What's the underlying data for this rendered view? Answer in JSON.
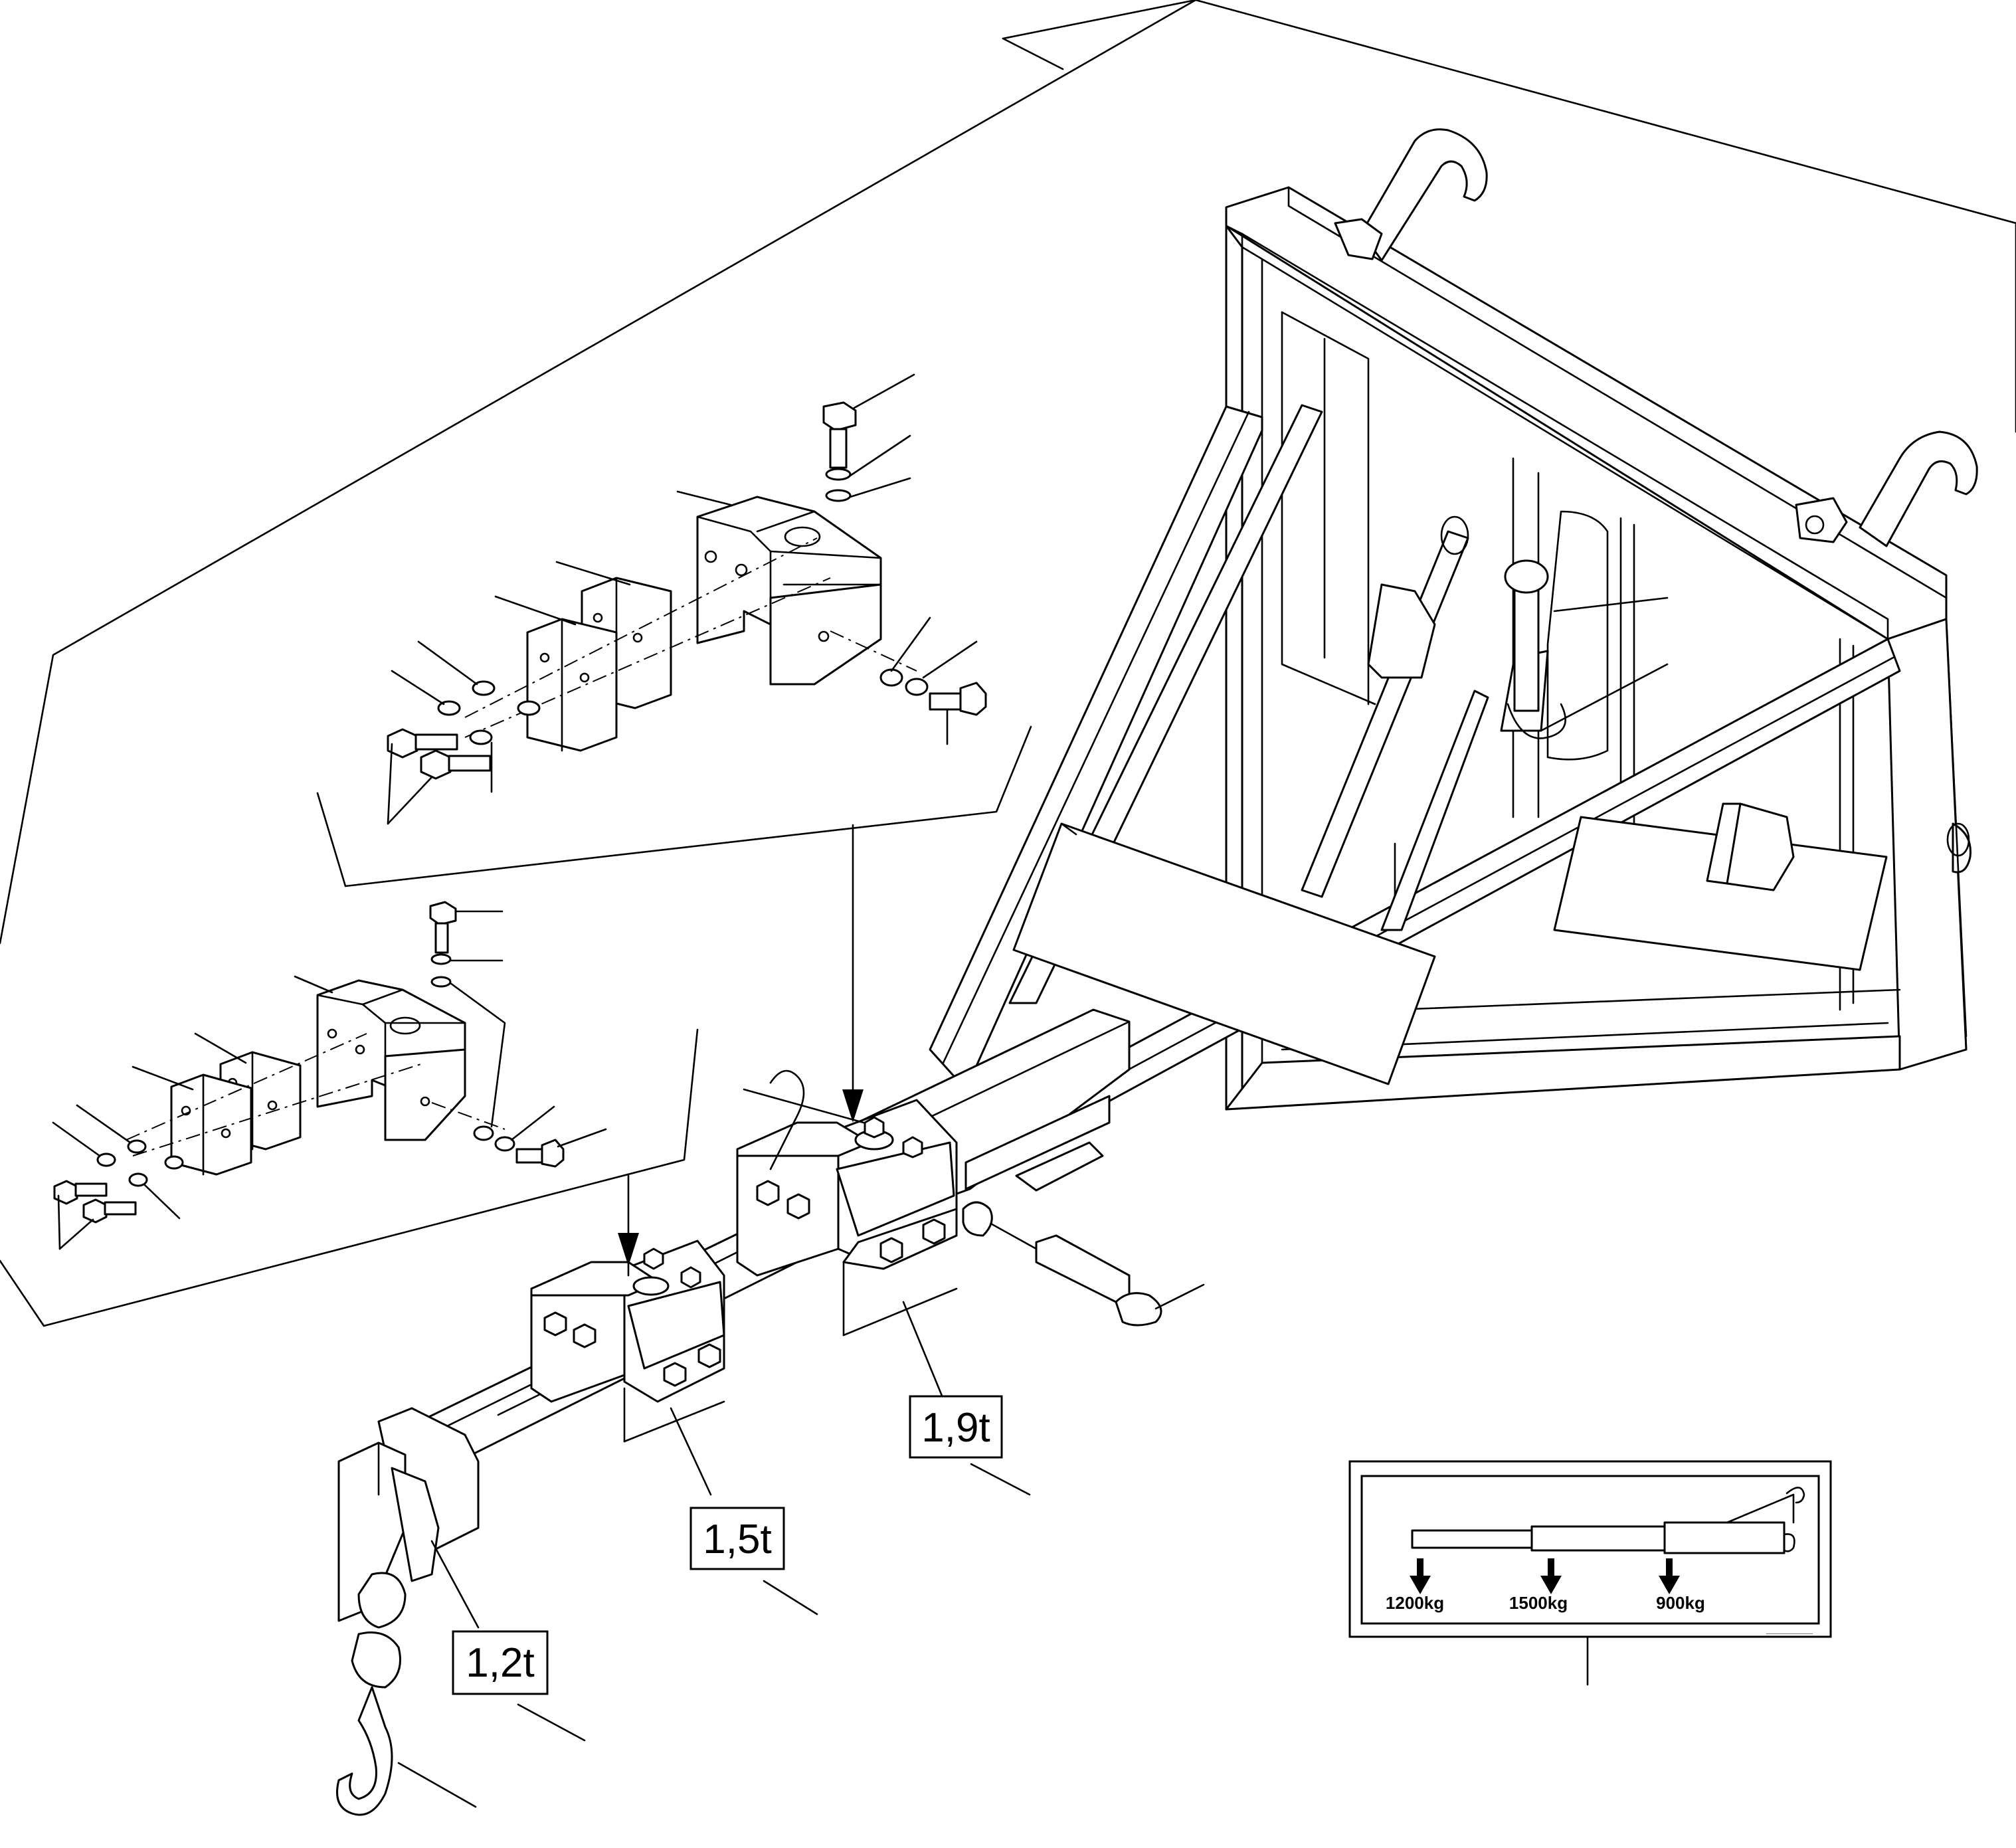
{
  "capacity_labels": {
    "inner": "1,2t",
    "middle": "1,5t",
    "outer": "1,9t"
  },
  "decal": {
    "load_inner": "1200kg",
    "load_middle": "1500kg",
    "load_outer": "900kg",
    "code": "_________"
  }
}
